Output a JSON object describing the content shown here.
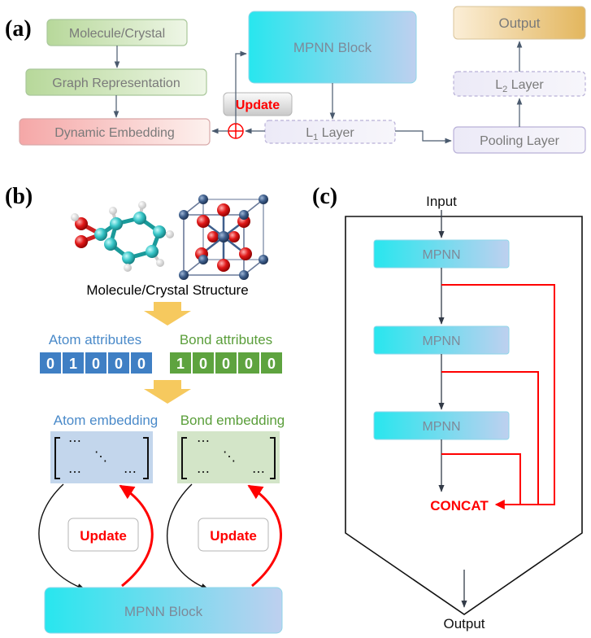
{
  "panel_a": {
    "letter": "(a)",
    "molecule_crystal": "Molecule/Crystal",
    "graph_representation": "Graph Representation",
    "dynamic_embedding": "Dynamic Embedding",
    "mpnn_block": "MPNN Block",
    "update": "Update",
    "l1_main": "L",
    "l1_sub": "1",
    "l1_tail": " Layer",
    "pooling_layer": "Pooling Layer",
    "l2_main": "L",
    "l2_sub": "2",
    "l2_tail": " Layer",
    "output": "Output"
  },
  "panel_b": {
    "letter": "(b)",
    "structure_label": "Molecule/Crystal Structure",
    "atom_attributes": "Atom attributes",
    "bond_attributes": "Bond attributes",
    "atom_bits": [
      "0",
      "1",
      "0",
      "0",
      "0"
    ],
    "bond_bits": [
      "1",
      "0",
      "0",
      "0",
      "0"
    ],
    "atom_embedding": "Atom embedding",
    "bond_embedding": "Bond embedding",
    "matrix_dots_top": "⋯",
    "matrix_dots_diag": "⋱",
    "matrix_dots_bottom_left": "⋯",
    "matrix_dots_bottom_right": "⋯",
    "update_left": "Update",
    "update_right": "Update",
    "mpnn_block": "MPNN Block"
  },
  "panel_c": {
    "letter": "(c)",
    "input": "Input",
    "mpnn_1": "MPNN",
    "mpnn_2": "MPNN",
    "mpnn_3": "MPNN",
    "concat": "CONCAT",
    "output": "Output"
  },
  "colors": {
    "cyan_start": "#28e6ee",
    "cyan_end": "#bcd3ee",
    "update_red": "#ff0000",
    "atom_blue": "#3f7fc4",
    "bond_green": "#5ea33f",
    "atom_text": "#4a8ac9",
    "bond_text": "#5a9e3a",
    "atom_embed_bg": "#c3d6ec",
    "bond_embed_bg": "#d3e5c8",
    "arrow_orange": "#f6c95e"
  }
}
